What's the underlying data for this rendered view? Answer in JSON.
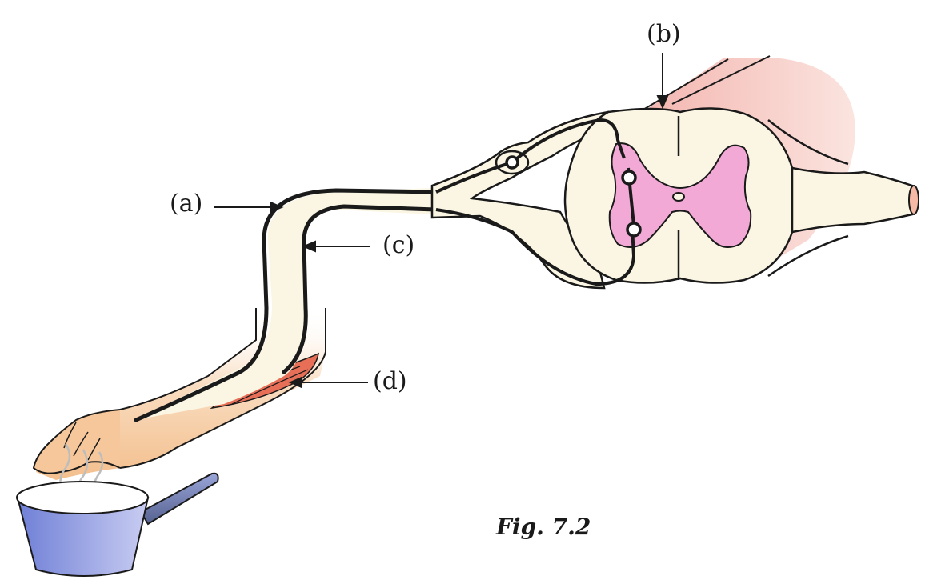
{
  "labels": {
    "a": "(a)",
    "b": "(b)",
    "c": "(c)",
    "d": "(d)"
  },
  "caption": "Fig. 7.2",
  "colors": {
    "nerve_fill": "#fbf6e3",
    "grey_matter": "#f2a9d6",
    "skin": "#f6c79a",
    "muscle": "#e76f57",
    "pan": "#7c8ad8",
    "outline": "#1a1a1a"
  }
}
